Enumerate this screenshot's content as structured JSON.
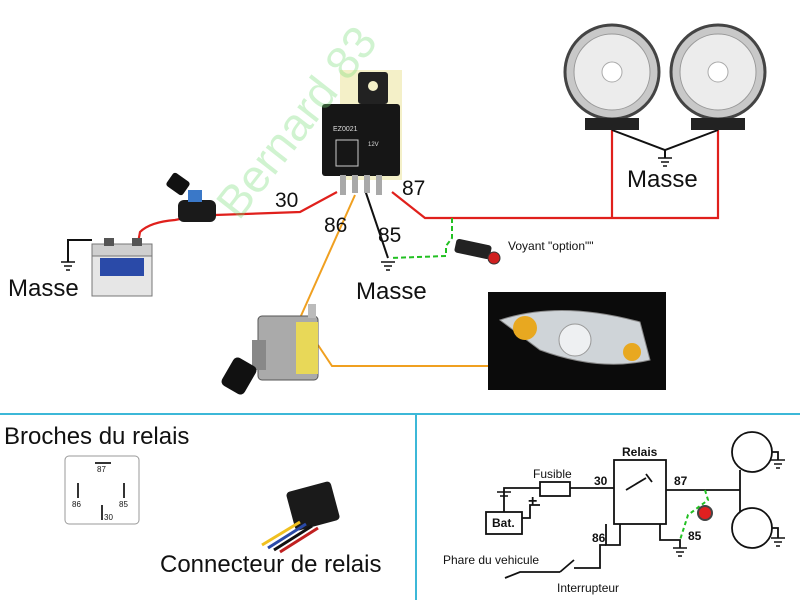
{
  "watermark": "Bernard 83",
  "top_diagram": {
    "labels": {
      "pin_30": "30",
      "pin_87": "87",
      "pin_86": "86",
      "pin_85": "85",
      "masse_lights": "Masse",
      "masse_battery": "Masse",
      "masse_relay": "Masse",
      "indicator": "Voyant \"option\"\""
    },
    "relay_text": [
      "EZ0021",
      "12V"
    ]
  },
  "pins_panel": {
    "title": "Broches du relais",
    "pin_labels": [
      "87",
      "86",
      "85",
      "30"
    ],
    "connector_caption": "Connecteur de relais"
  },
  "schematic": {
    "relay_title": "Relais",
    "fuse_label": "Fusible",
    "battery_label": "Bat.",
    "plus_sign": "+",
    "pin_30": "30",
    "pin_87": "87",
    "pin_86": "86",
    "pin_85": "85",
    "headlight_label": "Phare du vehicule",
    "switch_label": "Interrupteur"
  },
  "colors": {
    "wire_red": "#e0201c",
    "wire_orange": "#f0a020",
    "wire_green": "#22c022",
    "divider": "#3cb8d8",
    "watermark": "#9be89b"
  }
}
